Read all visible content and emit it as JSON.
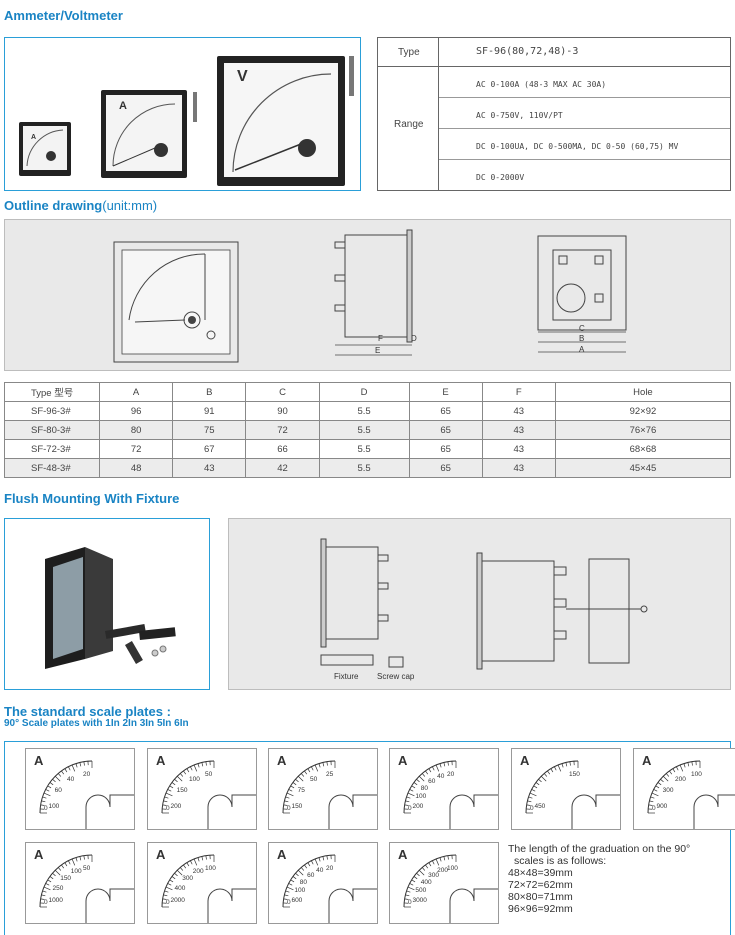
{
  "sections": {
    "meter_title": "Ammeter/Voltmeter",
    "outline_title": "Outline drawing",
    "outline_unit": "(unit:mm)",
    "flush_title": "Flush Mounting With Fixture",
    "scale_title": "The standard scale plates :",
    "scale_subtitle": "90° Scale plates with 1In 2In 3In 5In 6In"
  },
  "spec": {
    "type_label": "Type",
    "type_value": "SF-96(80,72,48)-3",
    "range_label": "Range",
    "ranges": [
      "AC 0-100A (48-3 MAX AC 30A)",
      "AC 0-750V, 110V/PT",
      "DC 0-100UA, DC 0-500MA, DC 0-50 (60,75) MV",
      "DC 0-2000V"
    ]
  },
  "dim_table": {
    "headers": [
      "Type 型号",
      "A",
      "B",
      "C",
      "D",
      "E",
      "F",
      "Hole"
    ],
    "rows": [
      [
        "SF-96-3#",
        "96",
        "91",
        "90",
        "5.5",
        "65",
        "43",
        "92×92"
      ],
      [
        "SF-80-3#",
        "80",
        "75",
        "72",
        "5.5",
        "65",
        "43",
        "76×76"
      ],
      [
        "SF-72-3#",
        "72",
        "67",
        "66",
        "5.5",
        "65",
        "43",
        "68×68"
      ],
      [
        "SF-48-3#",
        "48",
        "43",
        "42",
        "5.5",
        "65",
        "43",
        "45×45"
      ]
    ]
  },
  "drawing_labels": {
    "f": "F",
    "d": "D",
    "e": "E",
    "c": "C",
    "b": "B",
    "a": "A"
  },
  "meter_labels": {
    "small": "A",
    "medium": "A",
    "large": "V"
  },
  "fixture_labels": {
    "fixture": "Fixture",
    "screw_cap": "Screw cap"
  },
  "plates": [
    {
      "unit": "A",
      "ticks": [
        "100",
        "60",
        "40",
        "20"
      ],
      "zero": "0"
    },
    {
      "unit": "A",
      "ticks": [
        "200",
        "150",
        "100",
        "50"
      ],
      "zero": "0"
    },
    {
      "unit": "A",
      "ticks": [
        "150",
        "75",
        "50",
        "25"
      ],
      "zero": "0"
    },
    {
      "unit": "A",
      "ticks": [
        "200",
        "100",
        "80",
        "60",
        "40",
        "20"
      ],
      "zero": "0"
    },
    {
      "unit": "A",
      "ticks": [
        "450",
        "150"
      ],
      "zero": "0"
    },
    {
      "unit": "A",
      "ticks": [
        "900",
        "300",
        "200",
        "100"
      ],
      "zero": "0"
    },
    {
      "unit": "A",
      "ticks": [
        "1000",
        "250",
        "150",
        "100",
        "50"
      ],
      "zero": "0"
    },
    {
      "unit": "A",
      "ticks": [
        "2000",
        "400",
        "300",
        "200",
        "100"
      ],
      "zero": "0"
    },
    {
      "unit": "A",
      "ticks": [
        "600",
        "100",
        "80",
        "60",
        "40",
        "20"
      ],
      "zero": "0"
    },
    {
      "unit": "A",
      "ticks": [
        "3000",
        "500",
        "400",
        "300",
        "200",
        "100"
      ],
      "zero": "0"
    }
  ],
  "note": {
    "line1": "The length of the graduation on the 90°",
    "line2": "scales is as follows:",
    "items": [
      "48×48=39mm",
      "72×72=62mm",
      "80×80=71mm",
      "96×96=92mm"
    ]
  }
}
